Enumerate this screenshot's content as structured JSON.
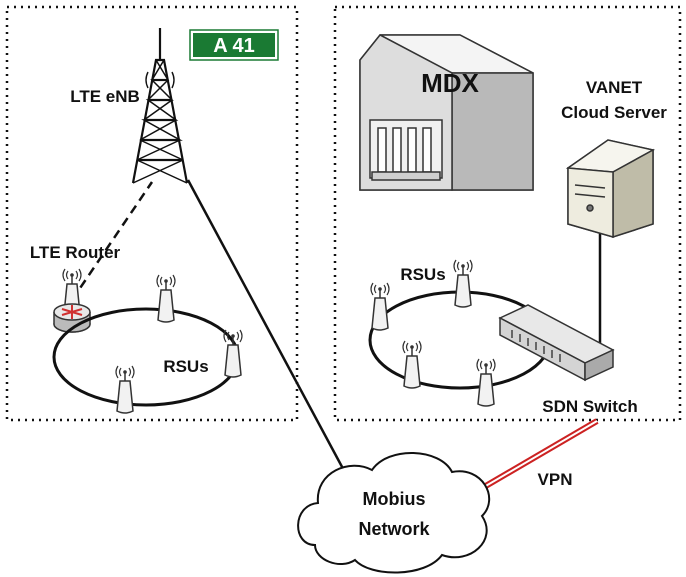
{
  "road_sign": {
    "text": "A 41",
    "color": "#1a7a33"
  },
  "left_area": {
    "tower_label": "LTE eNB",
    "router_label": "LTE Router",
    "rsu_label": "RSUs"
  },
  "right_area": {
    "building_label": "MDX",
    "server_label_line1": "VANET",
    "server_label_line2": "Cloud Server",
    "rsu_label": "RSUs",
    "switch_label": "SDN Switch"
  },
  "cloud": {
    "line1": "Mobius",
    "line2": "Network"
  },
  "vpn_label": "VPN",
  "colors": {
    "vpn_link": "#cc2222",
    "router_red": "#d03030"
  }
}
